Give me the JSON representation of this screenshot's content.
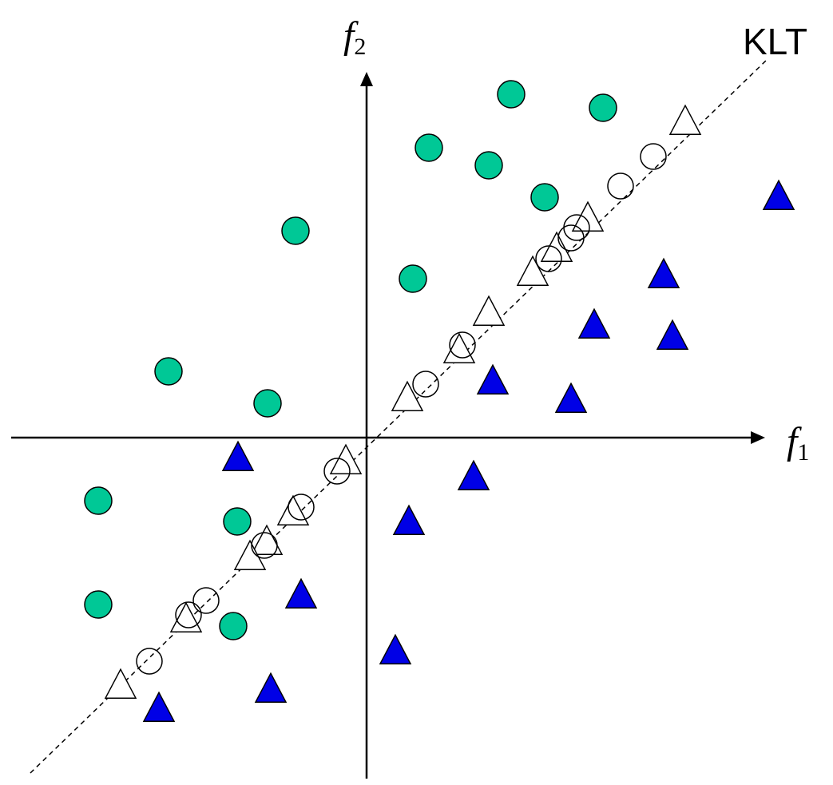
{
  "labels": {
    "x_axis_var": "f",
    "x_axis_sub": "1",
    "y_axis_var": "f",
    "y_axis_sub": "2",
    "klt_label": "KLT"
  },
  "colors": {
    "class_circle_fill": "#00c896",
    "class_triangle_fill": "#0000e6",
    "outline": "#000000",
    "projected_fill": "#ffffff"
  },
  "shapes": {
    "circle": "filled-circle",
    "triangle": "filled-triangle",
    "projected_circle": "hollow-circle",
    "projected_triangle": "hollow-triangle"
  }
}
